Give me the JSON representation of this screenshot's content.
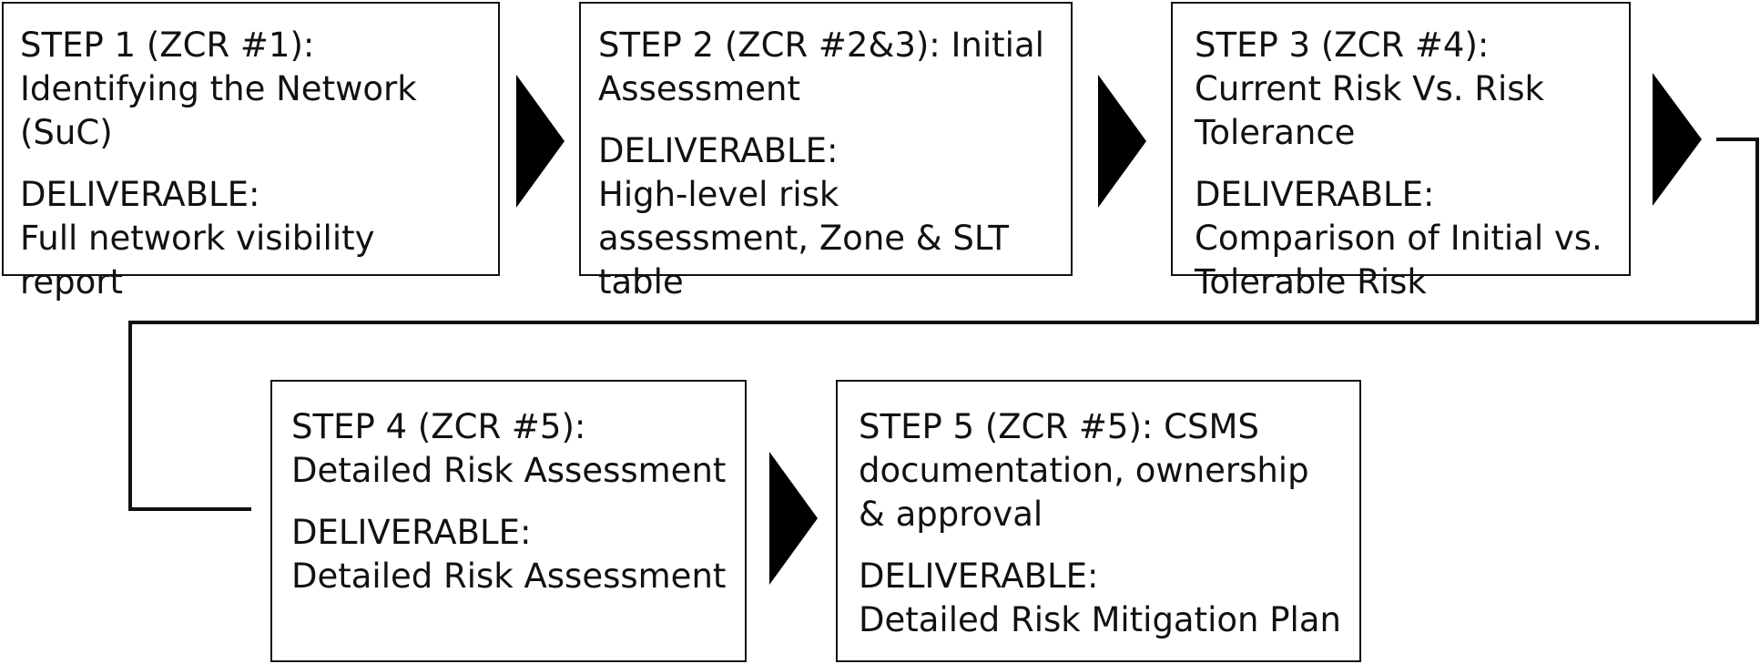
{
  "diagram": {
    "steps": [
      {
        "title": "STEP 1 (ZCR #1): Identifying the Network (SuC)",
        "deliverable_label": "DELIVERABLE:",
        "deliverable": "Full network visibility report"
      },
      {
        "title": "STEP 2 (ZCR #2&3): Initial Assessment",
        "deliverable_label": "DELIVERABLE:",
        "deliverable": "High-level risk assessment, Zone & SLT table"
      },
      {
        "title": "STEP 3 (ZCR #4): Current Risk Vs. Risk Tolerance",
        "deliverable_label": "DELIVERABLE:",
        "deliverable": "Comparison of Initial vs. Tolerable Risk"
      },
      {
        "title": "STEP 4 (ZCR #5): Detailed Risk Assessment",
        "deliverable_label": "DELIVERABLE:",
        "deliverable": "Detailed Risk Assessment"
      },
      {
        "title": "STEP 5 (ZCR #5): CSMS documentation, ownership & approval",
        "deliverable_label": "DELIVERABLE:",
        "deliverable": "Detailed Risk Mitigation Plan"
      }
    ],
    "colors": {
      "stroke": "#111111",
      "arrow": "#000000",
      "background": "#ffffff"
    }
  }
}
